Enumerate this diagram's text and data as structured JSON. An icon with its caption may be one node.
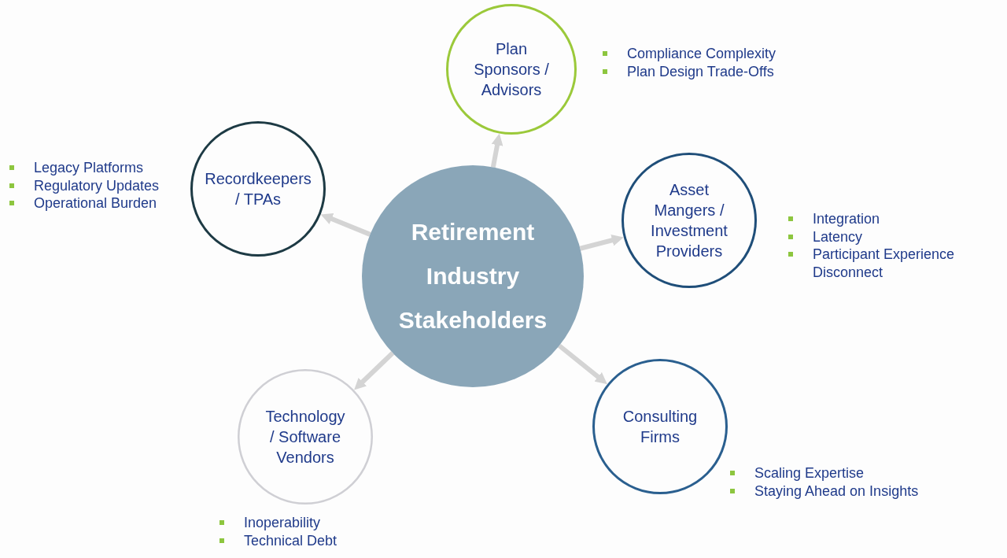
{
  "diagram": {
    "nodes": [
      {
        "text": [
          "Plan Sponsors / Advisors"
        ],
        "beside": [
          "Compliance Complexity",
          "Plan Design Trade-Offs"
        ]
      },
      {
        "text": [
          "Recordkeepers / TPAs"
        ],
        "beside": [
          "Legacy Platforms",
          "Regulatory Updates",
          "Operational Burden"
        ]
      },
      {
        "text": [
          "Retirement Industry Stakeholders"
        ]
      },
      {
        "text": [
          "Asset Mangers / Investment Providers"
        ],
        "beside": [
          "Integration",
          "Latency",
          "Participant Experience Disconnect"
        ]
      },
      {
        "text": [
          "Technology / Software Vendors"
        ],
        "beside": [
          "Inoperability",
          "Technical Debt"
        ]
      },
      {
        "text": [
          "Consulting Firms"
        ],
        "beside": [
          "Scaling Expertise",
          "Staying Ahead on Insights"
        ]
      }
    ],
    "edges": [
      {
        "from": 2,
        "to": 0,
        "arrow": "to"
      },
      {
        "from": 2,
        "to": 1,
        "arrow": "to"
      },
      {
        "from": 2,
        "to": 3,
        "arrow": "to"
      },
      {
        "from": 2,
        "to": 4,
        "arrow": "to"
      },
      {
        "from": 2,
        "to": 5,
        "arrow": "to"
      }
    ]
  }
}
